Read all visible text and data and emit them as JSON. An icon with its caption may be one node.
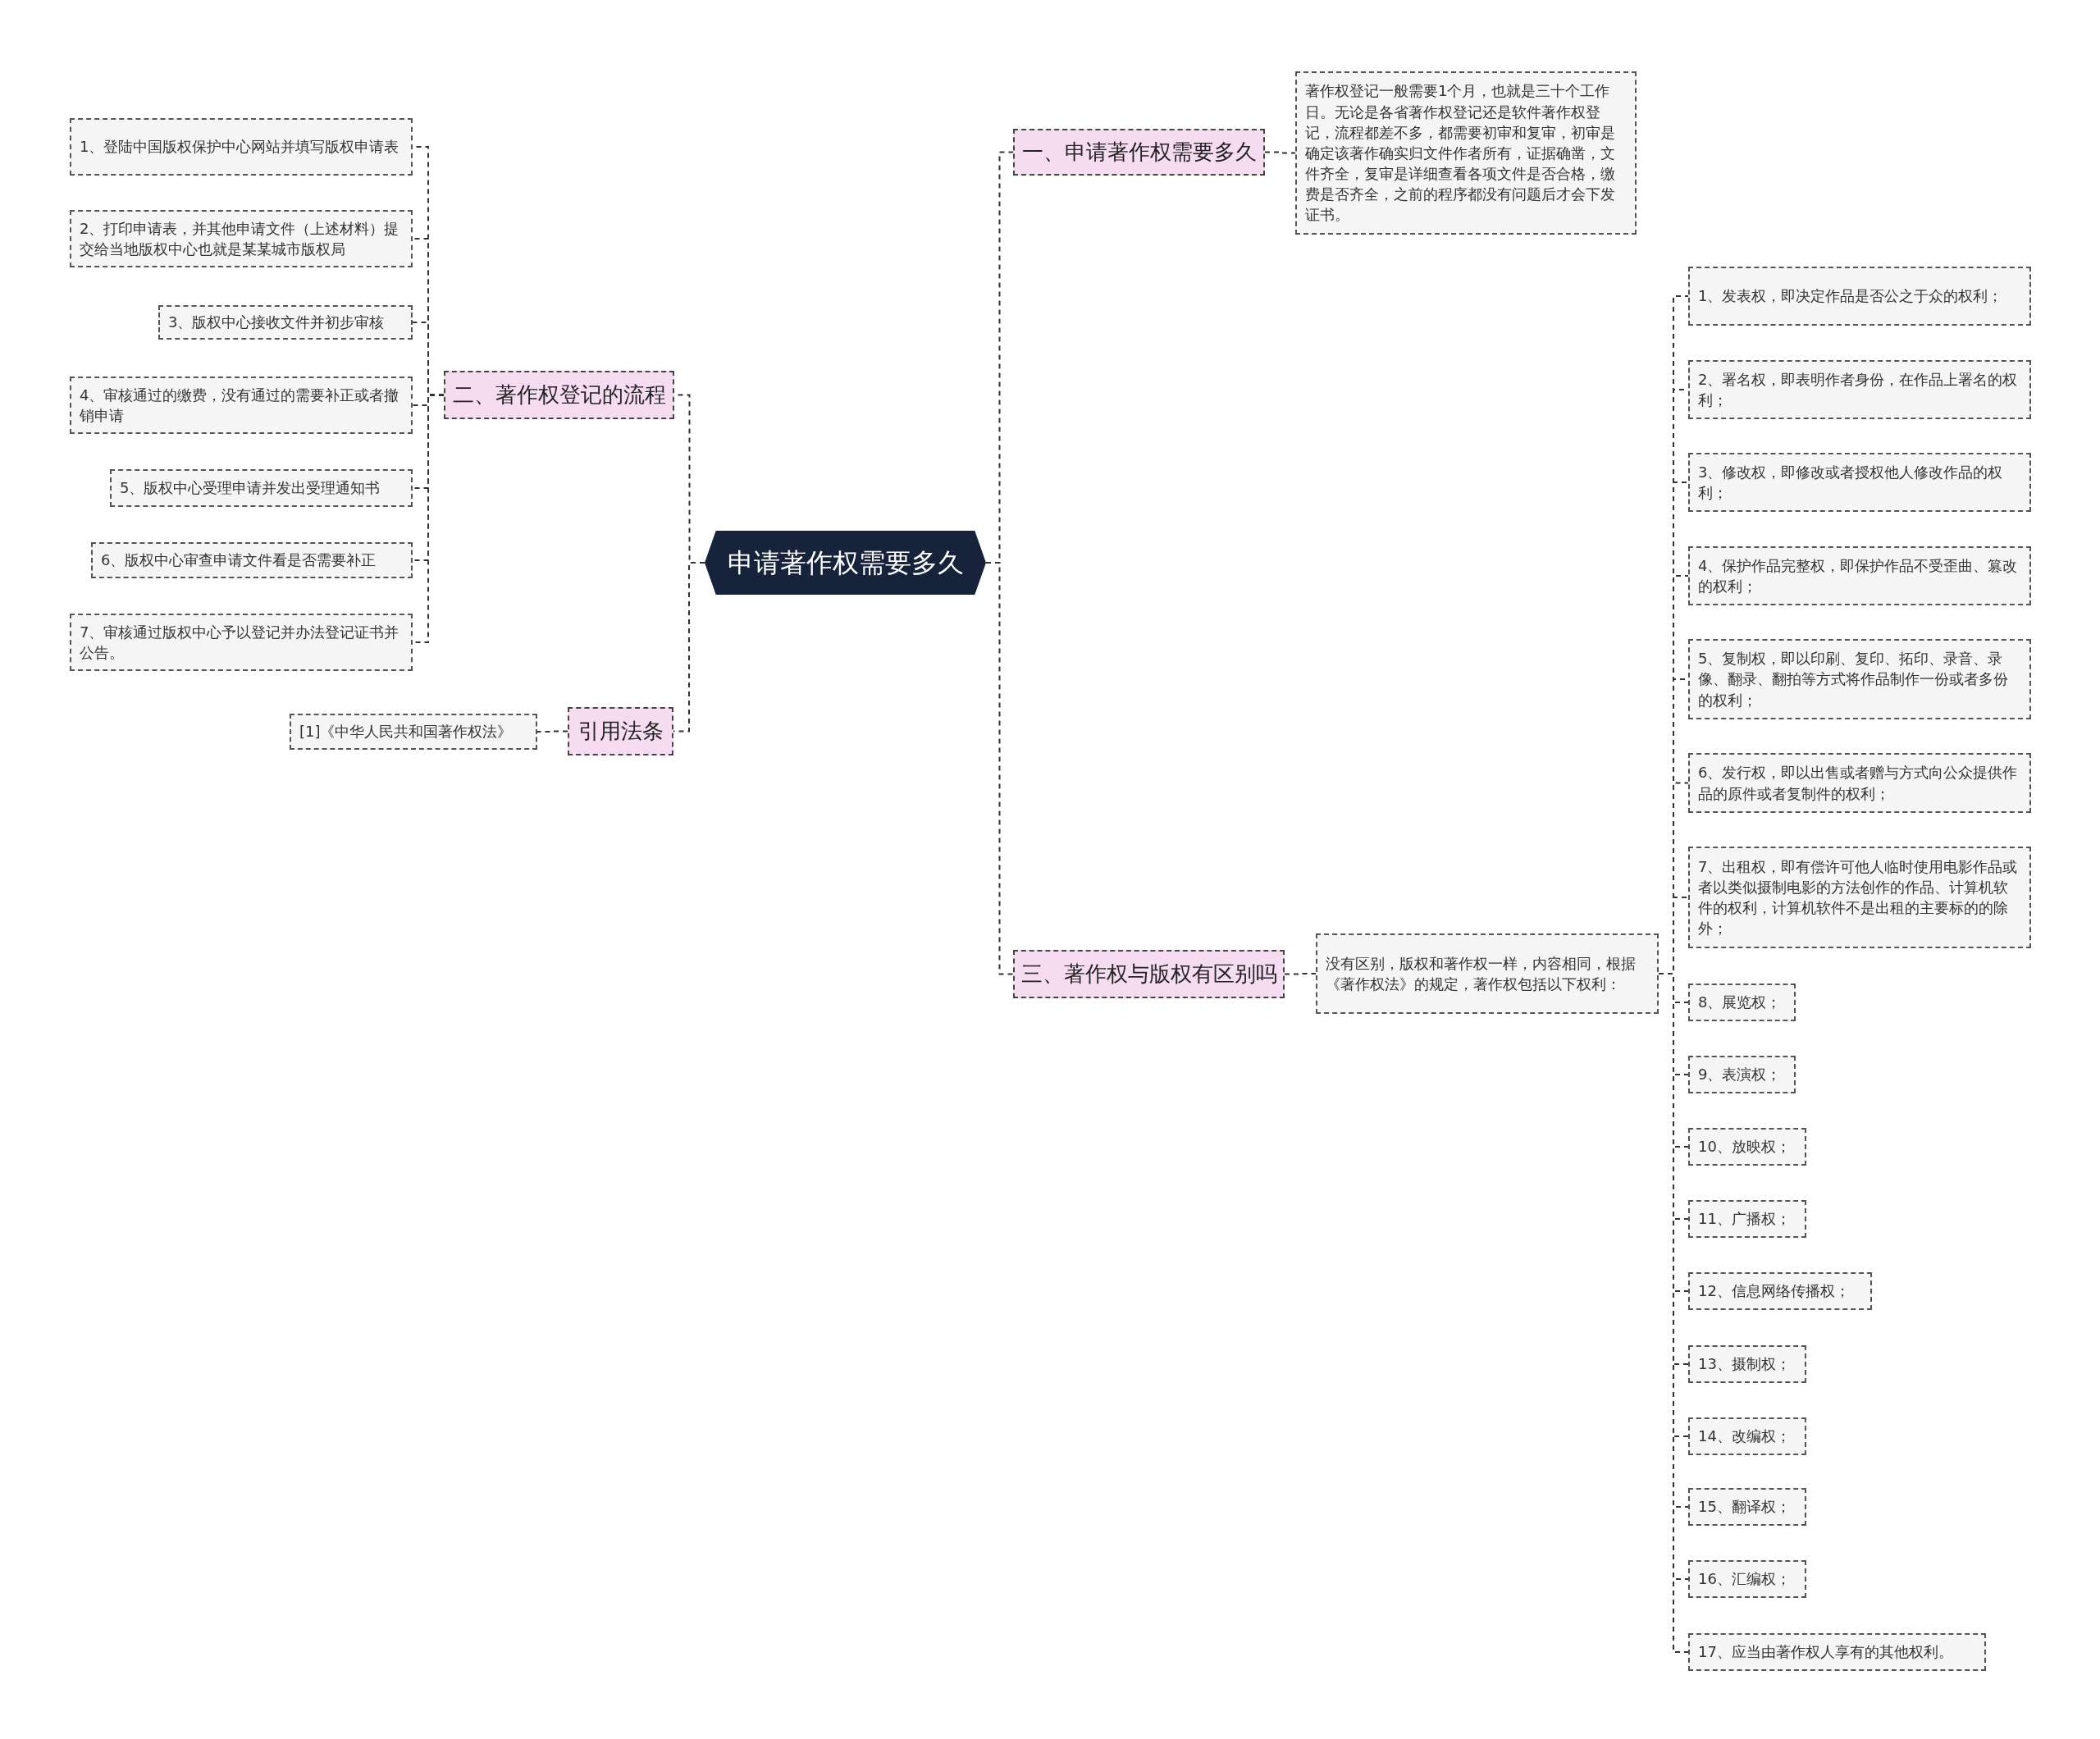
{
  "diagram": {
    "nodes": [
      {
        "text": [
          "申请著作权需要多久"
        ]
      },
      {
        "text": [
          "一、申请著作权需要多久"
        ]
      },
      {
        "text": [
          "著作权登记一般需要1个月，也就是三十个工作日。无论是各省著作权登记还是软件著作权登记，流程都差不多，都需要初审和复审，初审是确定该著作确实归文件作者所有，证据确凿，文件齐全，复审是详细查看各项文件是否合格，缴费是否齐全，之前的程序都没有问题后才会下发证书。"
        ]
      },
      {
        "text": [
          "二、著作权登记的流程"
        ]
      },
      {
        "text": [
          "1、登陆中国版权保护中心网站并填写版权申请表"
        ]
      },
      {
        "text": [
          "2、打印申请表，并其他申请文件（上述材料）提交给当地版权中心也就是某某城市版权局"
        ]
      },
      {
        "text": [
          "3、版权中心接收文件并初步审核"
        ]
      },
      {
        "text": [
          "4、审核通过的缴费，没有通过的需要补正或者撤销申请"
        ]
      },
      {
        "text": [
          "5、版权中心受理申请并发出受理通知书"
        ]
      },
      {
        "text": [
          "6、版权中心审查申请文件看是否需要补正"
        ]
      },
      {
        "text": [
          "7、审核通过版权中心予以登记并办法登记证书并公告。"
        ]
      },
      {
        "text": [
          "引用法条"
        ]
      },
      {
        "text": [
          "[1]《中华人民共和国著作权法》"
        ]
      },
      {
        "text": [
          "三、著作权与版权有区别吗"
        ]
      },
      {
        "text": [
          "没有区别，版权和著作权一样，内容相同，根据《著作权法》的规定，著作权包括以下权利："
        ]
      },
      {
        "text": [
          "1、发表权，即决定作品是否公之于众的权利；"
        ]
      },
      {
        "text": [
          "2、署名权，即表明作者身份，在作品上署名的权利；"
        ]
      },
      {
        "text": [
          "3、修改权，即修改或者授权他人修改作品的权利；"
        ]
      },
      {
        "text": [
          "4、保护作品完整权，即保护作品不受歪曲、篡改的权利；"
        ]
      },
      {
        "text": [
          "5、复制权，即以印刷、复印、拓印、录音、录像、翻录、翻拍等方式将作品制作一份或者多份的权利；"
        ]
      },
      {
        "text": [
          "6、发行权，即以出售或者赠与方式向公众提供作品的原件或者复制件的权利；"
        ]
      },
      {
        "text": [
          "7、出租权，即有偿许可他人临时使用电影作品或者以类似摄制电影的方法创作的作品、计算机软件的权利，计算机软件不是出租的主要标的的除外；"
        ]
      },
      {
        "text": [
          "8、展览权；"
        ]
      },
      {
        "text": [
          "9、表演权；"
        ]
      },
      {
        "text": [
          "10、放映权；"
        ]
      },
      {
        "text": [
          "11、广播权；"
        ]
      },
      {
        "text": [
          "12、信息网络传播权；"
        ]
      },
      {
        "text": [
          "13、摄制权；"
        ]
      },
      {
        "text": [
          "14、改编权；"
        ]
      },
      {
        "text": [
          "15、翻译权；"
        ]
      },
      {
        "text": [
          "16、汇编权；"
        ]
      },
      {
        "text": [
          "17、应当由著作权人享有的其他权利。"
        ]
      }
    ],
    "edges": [
      {
        "from": 0,
        "to": 1,
        "arrow": "none"
      },
      {
        "from": 1,
        "to": 2,
        "arrow": "none"
      },
      {
        "from": 0,
        "to": 3,
        "arrow": "none"
      },
      {
        "from": 3,
        "to": 4,
        "arrow": "none"
      },
      {
        "from": 3,
        "to": 5,
        "arrow": "none"
      },
      {
        "from": 3,
        "to": 6,
        "arrow": "none"
      },
      {
        "from": 3,
        "to": 7,
        "arrow": "none"
      },
      {
        "from": 3,
        "to": 8,
        "arrow": "none"
      },
      {
        "from": 3,
        "to": 9,
        "arrow": "none"
      },
      {
        "from": 3,
        "to": 10,
        "arrow": "none"
      },
      {
        "from": 0,
        "to": 11,
        "arrow": "none"
      },
      {
        "from": 11,
        "to": 12,
        "arrow": "none"
      },
      {
        "from": 0,
        "to": 13,
        "arrow": "none"
      },
      {
        "from": 13,
        "to": 14,
        "arrow": "none"
      },
      {
        "from": 14,
        "to": 15,
        "arrow": "none"
      },
      {
        "from": 14,
        "to": 16,
        "arrow": "none"
      },
      {
        "from": 14,
        "to": 17,
        "arrow": "none"
      },
      {
        "from": 14,
        "to": 18,
        "arrow": "none"
      },
      {
        "from": 14,
        "to": 19,
        "arrow": "none"
      },
      {
        "from": 14,
        "to": 20,
        "arrow": "none"
      },
      {
        "from": 14,
        "to": 21,
        "arrow": "none"
      },
      {
        "from": 14,
        "to": 22,
        "arrow": "none"
      },
      {
        "from": 14,
        "to": 23,
        "arrow": "none"
      },
      {
        "from": 14,
        "to": 24,
        "arrow": "none"
      },
      {
        "from": 14,
        "to": 25,
        "arrow": "none"
      },
      {
        "from": 14,
        "to": 26,
        "arrow": "none"
      },
      {
        "from": 14,
        "to": 27,
        "arrow": "none"
      },
      {
        "from": 14,
        "to": 28,
        "arrow": "none"
      },
      {
        "from": 14,
        "to": 29,
        "arrow": "none"
      },
      {
        "from": 14,
        "to": 30,
        "arrow": "none"
      },
      {
        "from": 14,
        "to": 31,
        "arrow": "none"
      }
    ]
  }
}
